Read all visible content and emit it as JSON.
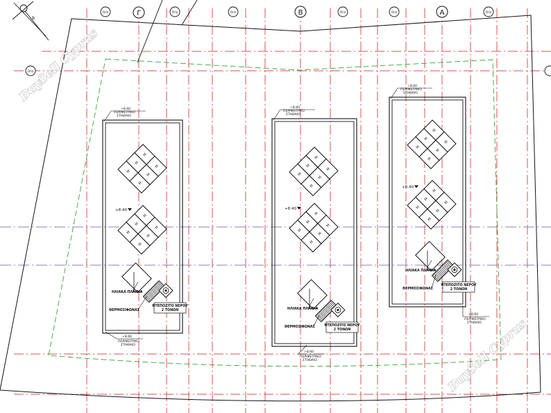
{
  "grid": {
    "circle_labels": [
      "Γ",
      "Β",
      "Α"
    ],
    "small_tag": "Οriz"
  },
  "north": {
    "label": "B"
  },
  "watermark": "BuySell Cyprus",
  "roof_units": [
    {
      "perimeter_top": {
        "level": "+8.60",
        "line1": "ΠΕΡΙΜΕΤΡΙΚΟ",
        "line2": "ΣΤΗΘΑΙΟ"
      },
      "panel_level": "+8.40",
      "solar_label": "ΗΛΙΑΚΑ ΠΛΑΙΣΙΑ",
      "heater_label": "ΘΕΡΜΟΣΙΦΩΝΑΣ",
      "tank_label_1": "ΝΤΕΠΟΖΙΤΟ ΝΕΡΟΥ",
      "tank_label_2": "2 ΤΟΝΩΝ",
      "perimeter_bottom": {
        "level": "+8.60",
        "line1": "ΠΕΡΙΜΕΤΡΙΚΟ",
        "line2": "ΣΤΗΘΑΙΟ"
      }
    },
    {
      "perimeter_top": {
        "level": "+8.60",
        "line1": "ΠΕΡΙΜΕΤΡΙΚΟ",
        "line2": "ΣΤΗΘΑΙΟ"
      },
      "panel_level": "+8.40",
      "solar_label": "ΗΛΙΑΚΑ ΠΛΑΙΣΙΑ",
      "heater_label": "ΘΕΡΜΟΣΙΦΩΝΑΣ",
      "tank_label_1": "ΝΤΕΠΟΖΙΤΟ ΝΕΡΟΥ",
      "tank_label_2": "2 ΤΟΝΩΝ",
      "perimeter_bottom": {
        "level": "+8.60",
        "line1": "ΠΕΡΙΜΕΤΡΙΚΟ",
        "line2": "ΣΤΗΘΑΙΟ"
      }
    },
    {
      "perimeter_top": {
        "level": "+8.60",
        "line1": "ΠΕΡΙΜΕΤΡΙΚΟ",
        "line2": "ΣΤΗΘΑΙΟ"
      },
      "panel_level": "+8.40",
      "solar_label": "ΗΛΙΑΚΑ ΠΛΑΙΣΙΑ",
      "heater_label": "ΘΕΡΜΟΣΙΦΩΝΑΣ",
      "tank_label_1": "ΝΤΕΠΟΖΙΤΟ ΝΕΡΟΥ",
      "tank_label_2": "2 ΤΟΝΩΝ",
      "perimeter_bottom": {
        "level": "+8.60",
        "line1": "ΠΕΡΙΜΕΤΡΙΚΟ",
        "line2": "ΣΤΗΘΑΙΟ"
      }
    }
  ],
  "panel_mark": "Μ",
  "colors": {
    "grid_red": "#d9534f",
    "grid_violet": "#8a7fc0",
    "boundary_green": "#3aa23a",
    "line": "#111111"
  }
}
